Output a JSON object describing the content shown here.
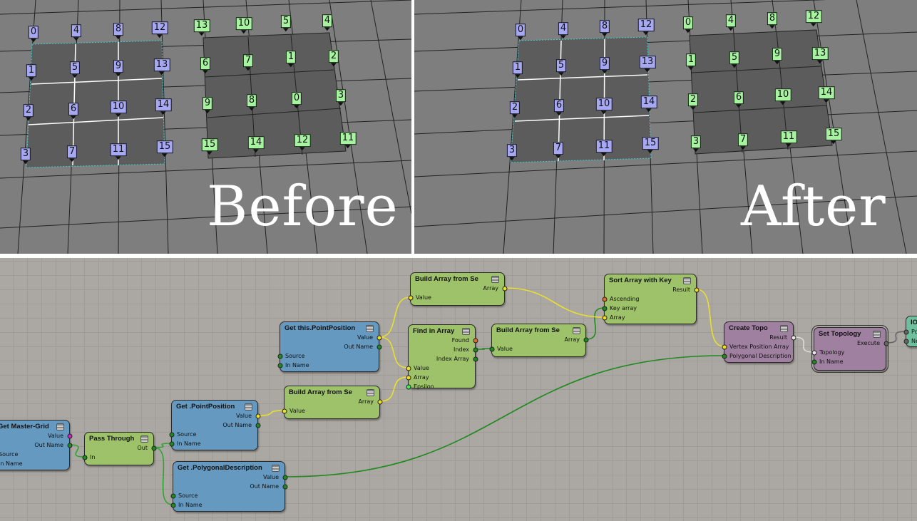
{
  "before": {
    "caption": "Before",
    "blue_labels": [
      "0",
      "4",
      "8",
      "12",
      "1",
      "5",
      "9",
      "13",
      "2",
      "6",
      "10",
      "14",
      "3",
      "7",
      "11",
      "15"
    ],
    "green_labels": [
      "13",
      "10",
      "5",
      "4",
      "6",
      "7",
      "1",
      "2",
      "9",
      "8",
      "0",
      "3",
      "15",
      "14",
      "12",
      "11"
    ]
  },
  "after": {
    "caption": "After",
    "blue_labels": [
      "0",
      "4",
      "8",
      "12",
      "1",
      "5",
      "9",
      "13",
      "2",
      "6",
      "10",
      "14",
      "3",
      "7",
      "11",
      "15"
    ],
    "green_labels": [
      "0",
      "4",
      "8",
      "12",
      "1",
      "5",
      "9",
      "13",
      "2",
      "6",
      "10",
      "14",
      "3",
      "7",
      "11",
      "15"
    ]
  },
  "colors": {
    "y": "#f0e020",
    "g": "#1f8a1f",
    "o": "#e07020",
    "m": "#d020c0",
    "w": "#e8e8e8",
    "l": "#40f060",
    "k": "#666666",
    "label_blue": "#a6a8f4",
    "label_green": "#a6f4a0"
  },
  "nodes": [
    {
      "title": "Get Master-Grid",
      "type": "blue",
      "outputs": [
        [
          "Value",
          "m"
        ],
        [
          "Out Name",
          "g"
        ]
      ],
      "inputs": [
        [
          "Source",
          "g"
        ],
        [
          "In Name",
          "g"
        ]
      ]
    },
    {
      "title": "Pass Through",
      "type": "green",
      "outputs": [
        [
          "Out",
          "g"
        ]
      ],
      "inputs": [
        [
          "In",
          "g"
        ]
      ]
    },
    {
      "title": "Get .PointPosition",
      "type": "blue",
      "outputs": [
        [
          "Value",
          "y"
        ],
        [
          "Out Name",
          "g"
        ]
      ],
      "inputs": [
        [
          "Source",
          "g"
        ],
        [
          "In Name",
          "g"
        ]
      ]
    },
    {
      "title": "Get .PolygonalDescription",
      "type": "blue",
      "outputs": [
        [
          "Value",
          "g"
        ],
        [
          "Out Name",
          "g"
        ]
      ],
      "inputs": [
        [
          "Source",
          "g"
        ],
        [
          "In Name",
          "g"
        ]
      ]
    },
    {
      "title": "Build Array from Se",
      "type": "green",
      "outputs": [
        [
          "Array",
          "y"
        ]
      ],
      "inputs": [
        [
          "Value",
          "y"
        ]
      ]
    },
    {
      "title": "Get this.PointPosition",
      "type": "blue",
      "outputs": [
        [
          "Value",
          "y"
        ],
        [
          "Out Name",
          "g"
        ]
      ],
      "inputs": [
        [
          "Source",
          "g"
        ],
        [
          "In Name",
          "g"
        ]
      ]
    },
    {
      "title": "Build Array from Se",
      "type": "green",
      "outputs": [
        [
          "Array",
          "y"
        ]
      ],
      "inputs": [
        [
          "Value",
          "y"
        ]
      ]
    },
    {
      "title": "Find in Array",
      "type": "green",
      "outputs": [
        [
          "Found",
          "o"
        ],
        [
          "Index",
          "g"
        ],
        [
          "Index Array",
          "g"
        ]
      ],
      "inputs": [
        [
          "Value",
          "y"
        ],
        [
          "Array",
          "y"
        ],
        [
          "Epsilon",
          "l"
        ]
      ]
    },
    {
      "title": "Build Array from Se",
      "type": "green",
      "outputs": [
        [
          "Array",
          "g"
        ]
      ],
      "inputs": [
        [
          "Value",
          "g"
        ]
      ]
    },
    {
      "title": "Sort Array with Key",
      "type": "green",
      "outputs": [
        [
          "Result",
          "y"
        ]
      ],
      "inputs": [
        [
          "Ascending",
          "o"
        ],
        [
          "Key array",
          "g"
        ],
        [
          "Array",
          "y"
        ]
      ]
    },
    {
      "title": "Create Topo",
      "type": "purple",
      "outputs": [
        [
          "Result",
          "w"
        ]
      ],
      "inputs": [
        [
          "Vertex Position Array",
          "y"
        ],
        [
          "Polygonal Description",
          "g"
        ]
      ]
    },
    {
      "title": "Set Topology",
      "type": "purple",
      "outputs": [
        [
          "Execute",
          "k"
        ]
      ],
      "inputs": [
        [
          "Topology",
          "w"
        ],
        [
          "In Name",
          "g"
        ]
      ]
    },
    {
      "title": "IO",
      "type": "teal",
      "outputs": [],
      "inputs": [
        [
          "Po",
          "k"
        ],
        [
          "Ne",
          "k"
        ]
      ]
    }
  ]
}
